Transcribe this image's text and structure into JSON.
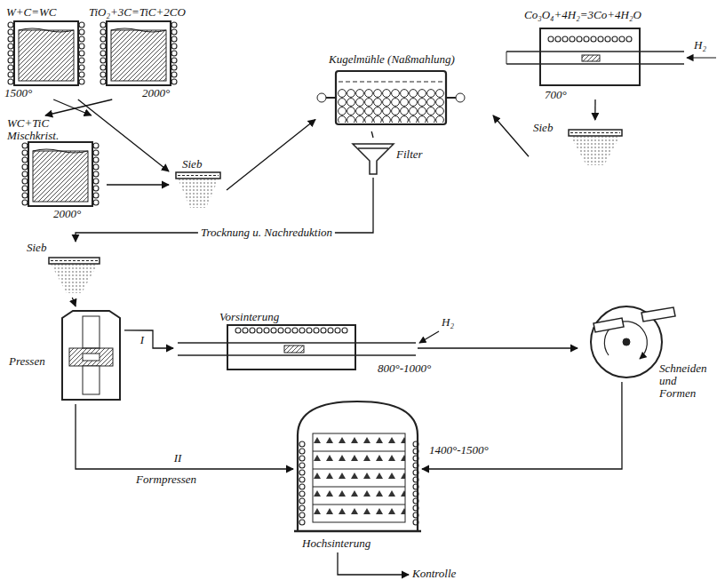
{
  "diagram": {
    "nodes": [
      {
        "text": [
          "W+C=WC",
          "1500°"
        ]
      },
      {
        "text": [
          "TiO₂+3C=TiC+2CO",
          "2000°"
        ]
      },
      {
        "text": [
          "WC+TiC Mischkrist.",
          "2000°"
        ]
      },
      {
        "text": [
          "Sieb"
        ]
      },
      {
        "text": [
          "Kugelmühle (Naßmahlung)"
        ]
      },
      {
        "text": [
          "Co₃O₄+4H₂=3Co+4H₂O",
          "700°"
        ]
      },
      {
        "text": [
          "Sieb"
        ]
      },
      {
        "text": [
          "Filter"
        ]
      },
      {
        "text": [
          "Sieb"
        ]
      },
      {
        "text": [
          "Pressen"
        ]
      },
      {
        "text": [
          "Vorsinterung",
          "800°-1000°"
        ]
      },
      {
        "text": [
          "Schneiden und Formen"
        ]
      },
      {
        "text": [
          "Hochsinterung",
          "1400°-1500°"
        ]
      },
      {
        "text": [
          "Kontrolle"
        ]
      }
    ],
    "edges": [
      {
        "from": 0,
        "to": 2,
        "arrow": "to"
      },
      {
        "from": 1,
        "to": 2,
        "arrow": "to"
      },
      {
        "from": 0,
        "to": 3,
        "arrow": "to"
      },
      {
        "from": 2,
        "to": 3,
        "arrow": "to"
      },
      {
        "from": 3,
        "to": 4,
        "arrow": "to"
      },
      {
        "from": 5,
        "to": 6,
        "arrow": "to"
      },
      {
        "from": 6,
        "to": 4,
        "arrow": "to"
      },
      {
        "from": 4,
        "to": 7,
        "arrow": "none"
      },
      {
        "from": 7,
        "to": 8,
        "label": "Trocknung u. Nachreduktion",
        "arrow": "to"
      },
      {
        "from": 8,
        "to": 9,
        "arrow": "to"
      },
      {
        "from": 9,
        "to": 10,
        "label": "I",
        "arrow": "to"
      },
      {
        "from": 10,
        "to": 11,
        "arrow": "to"
      },
      {
        "from": 11,
        "to": 12,
        "arrow": "to"
      },
      {
        "from": 9,
        "to": 12,
        "label": "II",
        "arrow": "to"
      },
      {
        "from": 12,
        "to": 13,
        "arrow": "to"
      }
    ],
    "labels": [
      "H₂",
      "H₂",
      "Formpressen"
    ]
  }
}
